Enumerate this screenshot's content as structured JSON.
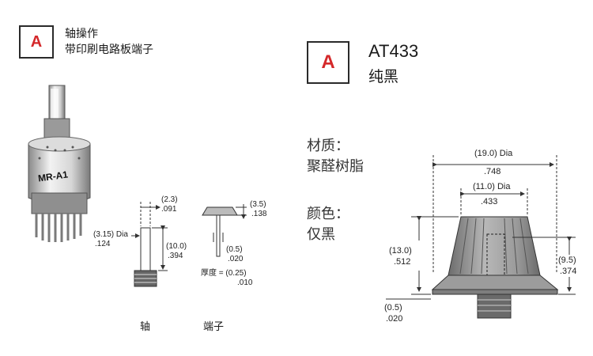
{
  "left_panel": {
    "badge": "A",
    "line1": "轴操作",
    "line2": "带印刷电路板端子",
    "switch_label": "MR-A1",
    "caption_shaft": "轴",
    "caption_terminal": "端子",
    "dims": {
      "shaft_dia_mm": "(3.15) Dia",
      "shaft_dia_in": ".124",
      "shaft_top_mm": "(2.3)",
      "shaft_top_in": ".091",
      "shaft_len_mm": "(10.0)",
      "shaft_len_in": ".394",
      "term_h_mm": "(3.5)",
      "term_h_in": ".138",
      "term_w_mm": "(0.5)",
      "term_w_in": ".020",
      "thickness_label": "厚度 = (0.25)",
      "thickness_in": ".010"
    }
  },
  "right_panel": {
    "badge": "A",
    "model": "AT433",
    "color_name": "纯黑",
    "material_label": "材质：",
    "material_value": "聚醛树脂",
    "color_label": "颜色：",
    "color_value": "仅黑",
    "dims": {
      "outer_dia_mm": "(19.0) Dia",
      "outer_dia_in": ".748",
      "top_dia_mm": "(11.0) Dia",
      "top_dia_in": ".433",
      "height_mm": "(13.0)",
      "height_in": ".512",
      "body_h_mm": "(9.5)",
      "body_h_in": ".374",
      "base_mm": "(0.5)",
      "base_in": ".020"
    }
  }
}
